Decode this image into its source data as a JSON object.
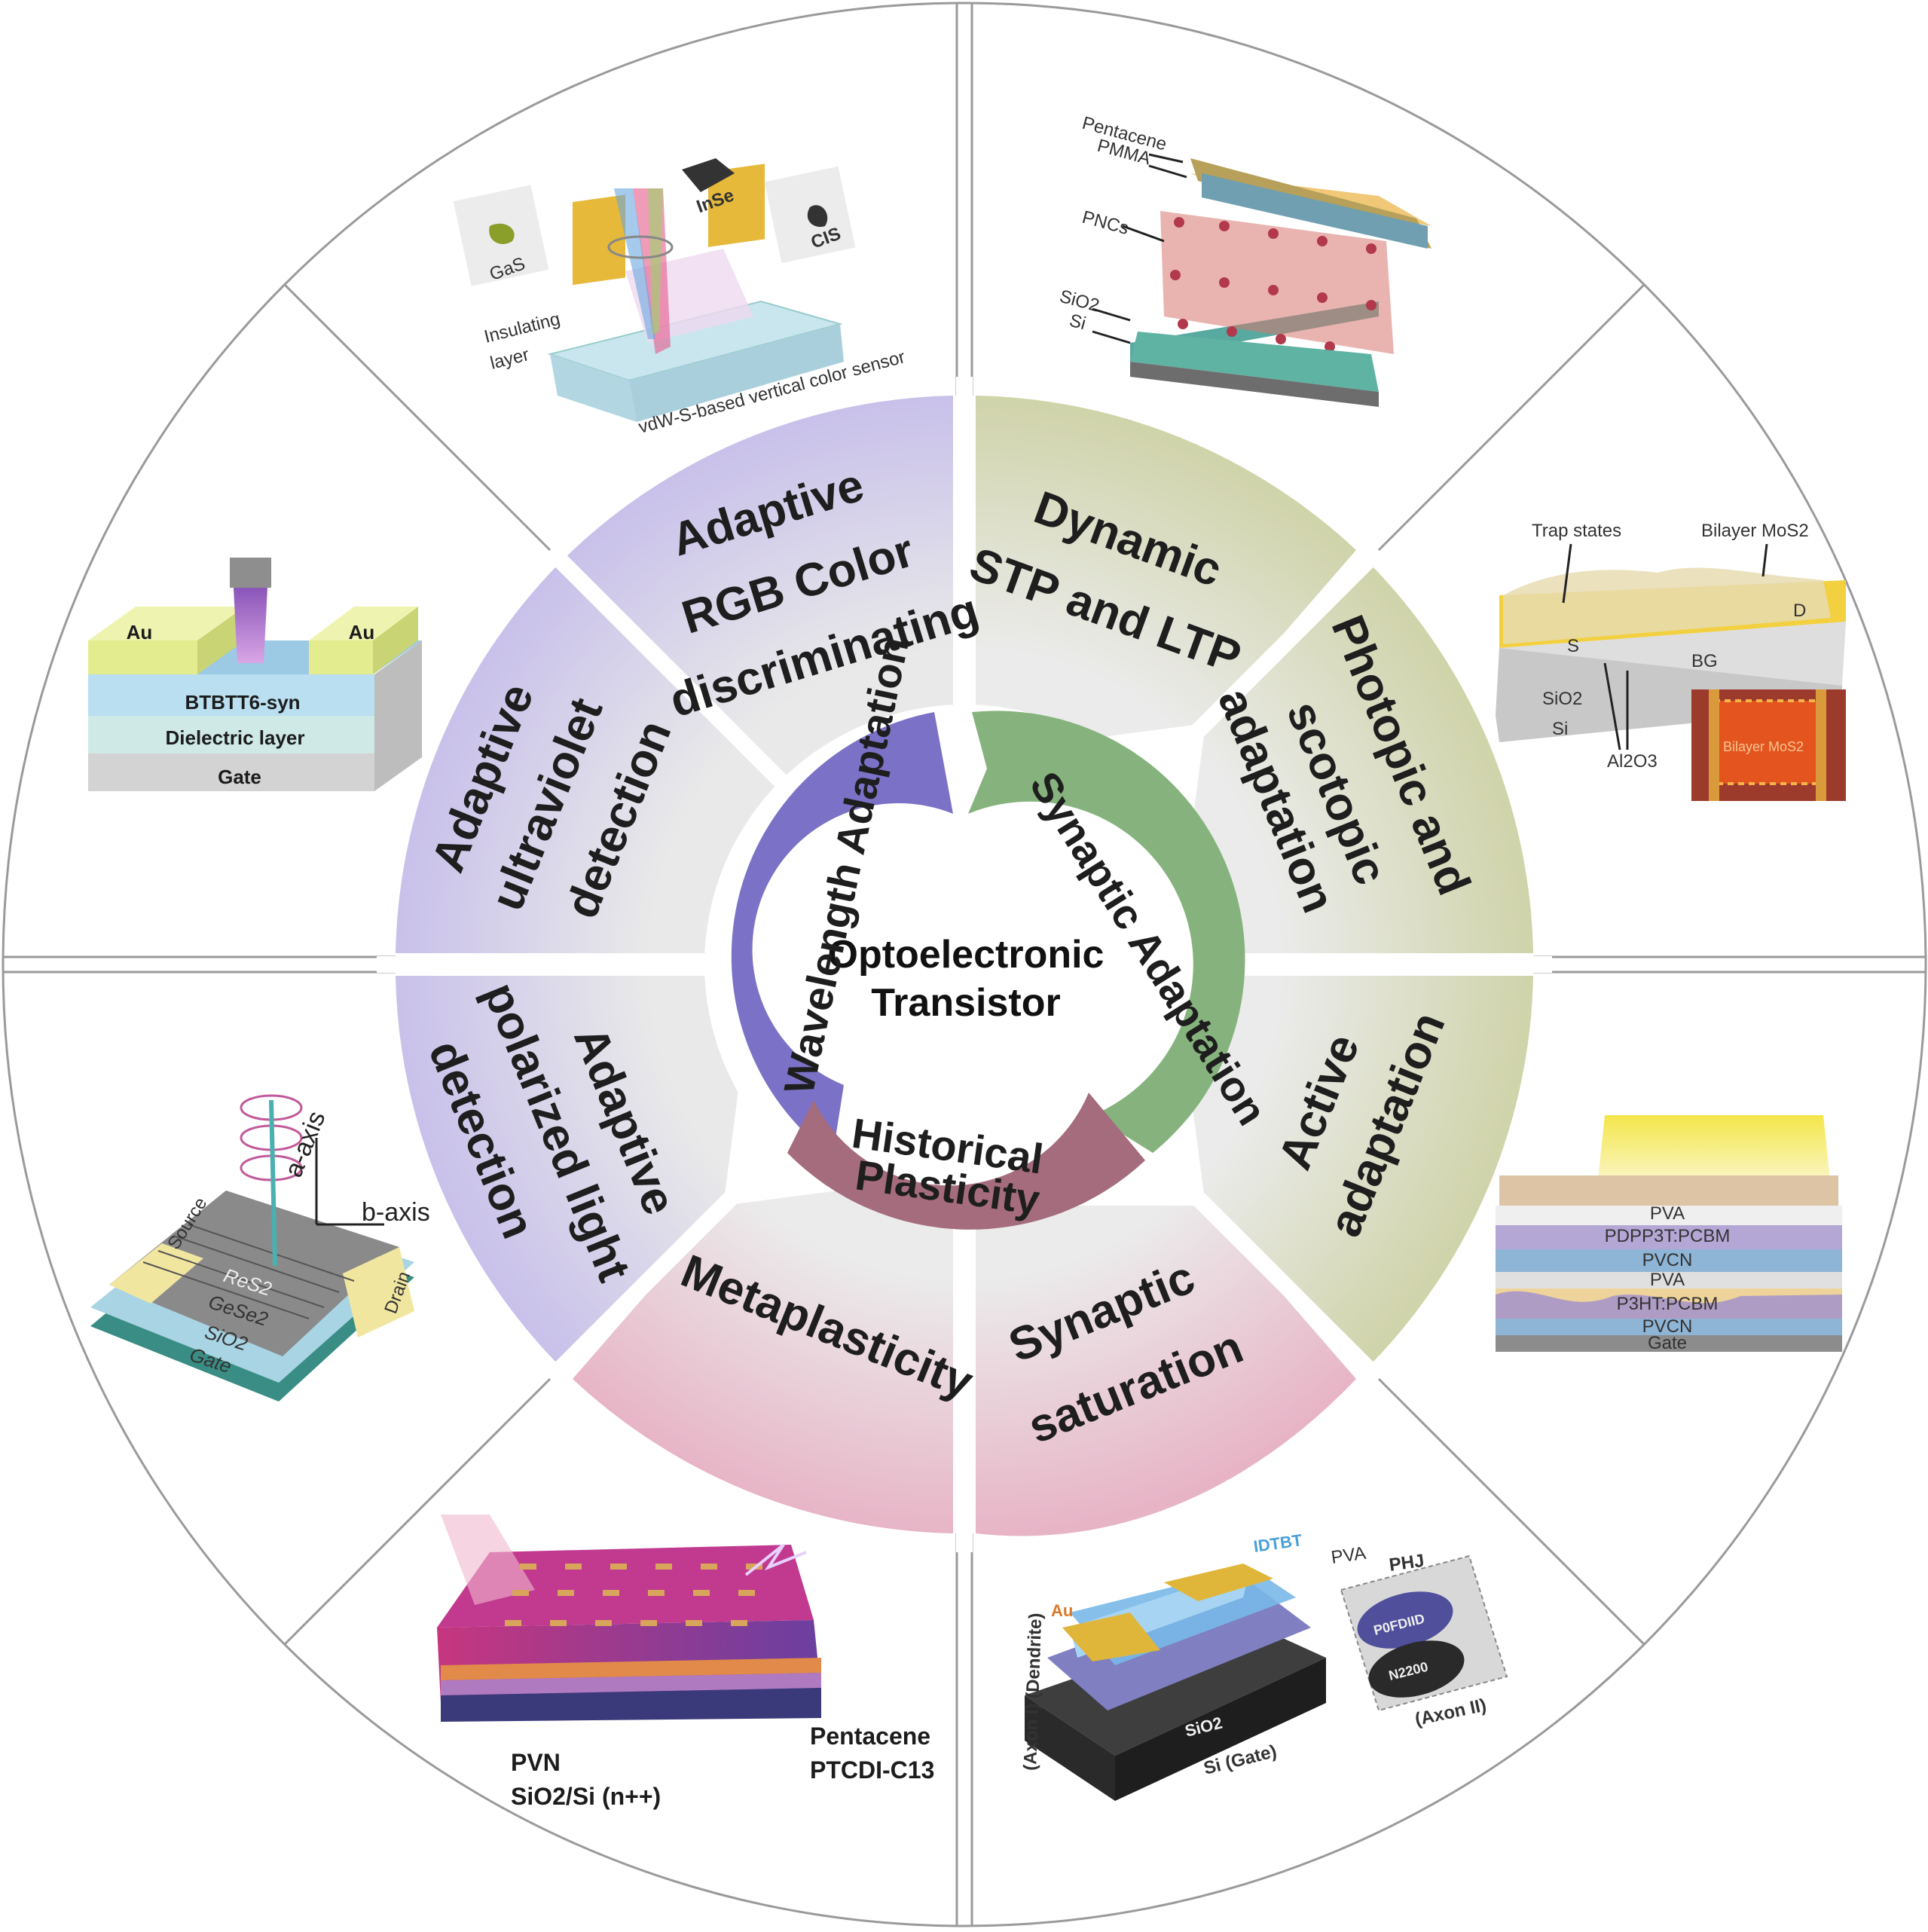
{
  "center": {
    "line1": "Optoelectronic",
    "line2": "Transistor"
  },
  "inner_ring": {
    "wavelength": "Wavelength Adaptation",
    "synaptic": "Synaptic Adaptation",
    "historical_1": "Historical",
    "historical_2": "Plasticity"
  },
  "segments": {
    "rgb": [
      "Adaptive",
      "RGB Color",
      "discriminating"
    ],
    "stp": [
      "Dynamic",
      "STP and LTP"
    ],
    "photopic": [
      "Photopic  and",
      "scotopic",
      "adaptation"
    ],
    "active": [
      "Active",
      "adaptation"
    ],
    "saturation": [
      "Synaptic",
      "saturation"
    ],
    "metaplasticity": [
      "Metaplasticity"
    ],
    "polarized": [
      "Adaptive",
      "polarized light",
      "detection"
    ],
    "uv": [
      "Adaptive",
      "ultraviolet",
      "detection"
    ]
  },
  "panels": {
    "color_sensor": {
      "gas": "GaS",
      "inse": "InSe",
      "cis": "CIS",
      "insulating1": "Insulating",
      "insulating2": "layer",
      "caption": "vdW-S-based vertical color sensor"
    },
    "perovskite": {
      "pentacene": "Pentacene",
      "pmma": "PMMA",
      "pncs": "PNCs",
      "sio2": "SiO2",
      "si": "Si"
    },
    "mos2": {
      "trap": "Trap states",
      "bilayer": "Bilayer MoS2",
      "s": "S",
      "d": "D",
      "bg": "BG",
      "sio2": "SiO2",
      "si": "Si",
      "al2o3": "Al2O3",
      "inset": "Bilayer MoS2"
    },
    "pvcn": {
      "layers": [
        "PVA",
        "PDPP3T:PCBM",
        "PVCN",
        "PVA",
        "P3HT:PCBM",
        "PVCN",
        "Gate"
      ]
    },
    "phj": {
      "idtbt": "IDTBT",
      "pva": "PVA",
      "phj": "PHJ",
      "au": "Au",
      "p0fdiid": "P0FDIID",
      "n2200": "N2200",
      "axon2": "(Axon II)",
      "axon1": "(Axon I) (Dendrite)",
      "sio2": "SiO2",
      "si_gate": "Si (Gate)"
    },
    "pvn": {
      "pvn": "PVN",
      "sio2si": "SiO2/Si (n++)",
      "pentacene": "Pentacene",
      "ptcdi": "PTCDI-C13"
    },
    "res2": {
      "a_axis": "a-axis",
      "b_axis": "b-axis",
      "source": "Source",
      "drain": "Drain",
      "res2": "ReS2",
      "gese2": "GeSe2",
      "sio2": "SiO2",
      "gate": "Gate"
    },
    "btbtt": {
      "au_left": "Au",
      "au_right": "Au",
      "btbtt6": "BTBTT6-syn",
      "dielectric": "Dielectric layer",
      "gate": "Gate"
    }
  },
  "colors": {
    "purple_ring": "#7b72c7",
    "green_ring": "#86b37d",
    "rose_ring": "#a46c7c",
    "lavender": "#cfc8ec",
    "olive": "#d3d5b4",
    "pink": "#e8b6c8",
    "gray_band": "#e4e4e4"
  }
}
